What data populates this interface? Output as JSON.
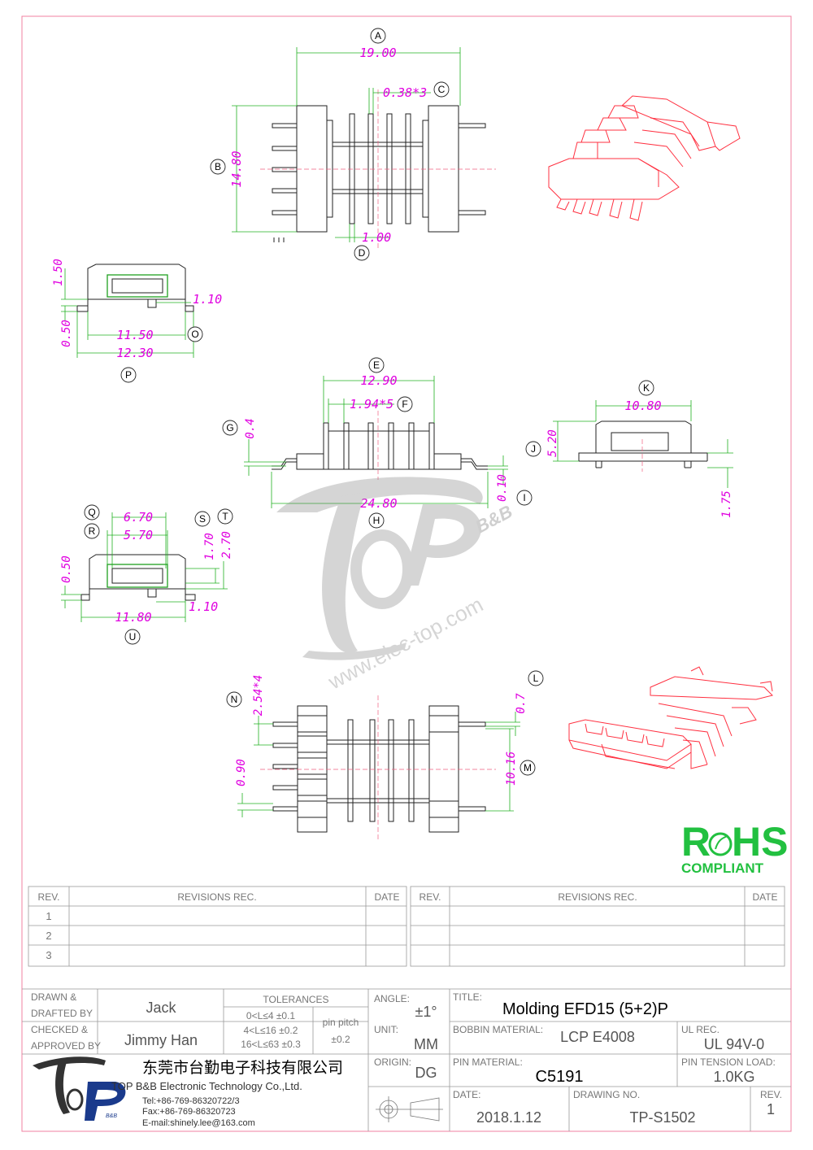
{
  "dimensions": {
    "A": "19.00",
    "B": "14.80",
    "C": "0.38*3",
    "D": "1.00",
    "O_1": "1.50",
    "O_2": "1.10",
    "O_3": "0.50",
    "O_4": "11.50",
    "O_5": "12.30",
    "E": "12.90",
    "F": "1.94*5",
    "G": "0.4",
    "H": "24.80",
    "I": "0.10",
    "K": "10.80",
    "J": "5.20",
    "J2": "1.75",
    "Q": "6.70",
    "R": "5.70",
    "S": "1.70",
    "T": "2.70",
    "U_1": "0.50",
    "U_2": "1.10",
    "U_3": "11.80",
    "N": "2.54*4",
    "N2": "0.90",
    "L": "0.7",
    "M": "10.16"
  },
  "callouts": [
    "A",
    "B",
    "C",
    "D",
    "O",
    "P",
    "E",
    "F",
    "G",
    "H",
    "I",
    "J",
    "K",
    "Q",
    "R",
    "S",
    "T",
    "U",
    "N",
    "L",
    "M"
  ],
  "watermark": {
    "brand_suffix": "B&B",
    "url": "www.elec-top.com"
  },
  "rohs": {
    "line1_left": "R",
    "line1_right": "HS",
    "line2": "COMPLIANT"
  },
  "revisions": {
    "headers": {
      "rev": "REV.",
      "rec": "REVISIONS REC.",
      "date": "DATE"
    },
    "rows": [
      "1",
      "2",
      "3"
    ]
  },
  "title_block": {
    "drawn_label_1": "DRAWN &",
    "drawn_label_2": "DRAFTED BY",
    "drawn_by": "Jack",
    "checked_label_1": "CHECKED &",
    "checked_label_2": "APPROVED BY",
    "checked_by": "Jimmy Han",
    "tolerances_label": "TOLERANCES",
    "tol_1": "0<L≤4 ±0.1",
    "tol_2": "4<L≤16 ±0.2",
    "tol_3": "16<L≤63 ±0.3",
    "pin_pitch_label": "pin pitch",
    "pin_pitch_value": "±0.2",
    "angle_label": "ANGLE:",
    "angle_value": "±1°",
    "unit_label": "UNIT:",
    "unit_value": "MM",
    "origin_label": "ORIGIN:",
    "origin_value": "DG",
    "title_label": "TITLE:",
    "title_value": "Molding EFD15 (5+2)P",
    "bobbin_label": "BOBBIN MATERIAL:",
    "bobbin_value": "LCP E4008",
    "ul_label": "UL REC.",
    "ul_value": "UL 94V-0",
    "pin_mat_label": "PIN MATERIAL:",
    "pin_mat_value": "C5191",
    "tension_label": "PIN TENSION LOAD:",
    "tension_value": "1.0KG",
    "date_label": "DATE:",
    "date_value": "2018.1.12",
    "drawing_label": "DRAWING NO.",
    "drawing_value": "TP-S1502",
    "rev_label": "REV.",
    "rev_value": "1",
    "company_cn": "东莞市台勤电子科技有限公司",
    "company_en": "TOP B&B Electronic Technology Co.,Ltd.",
    "tel": "Tel:+86-769-86320722/3",
    "fax": "Fax:+86-769-86320723",
    "email": "E-mail:shinely.lee@163.com",
    "logo_sub": "B&B"
  }
}
